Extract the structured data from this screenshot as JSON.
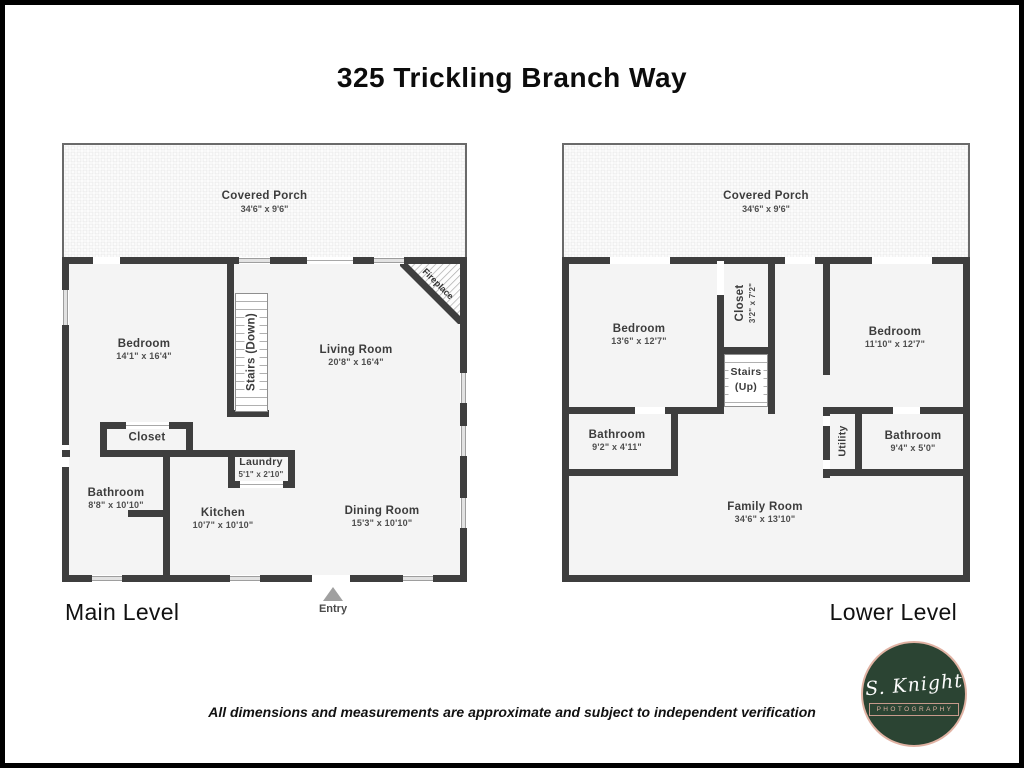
{
  "page": {
    "title": "325 Trickling Branch Way",
    "disclaimer": "All dimensions and measurements are approximate and subject to independent verification"
  },
  "main_level": {
    "label": "Main Level",
    "entry_label": "Entry",
    "porch_name": "Covered Porch",
    "porch_dims": "34'6\" x 9'6\"",
    "stairs_label": "Stairs (Down)",
    "fireplace_label": "Fireplace",
    "bedroom": {
      "name": "Bedroom",
      "dims": "14'1\" x 16'4\""
    },
    "living_room": {
      "name": "Living Room",
      "dims": "20'8\" x 16'4\""
    },
    "closet": {
      "name": "Closet"
    },
    "laundry": {
      "name": "Laundry",
      "dims": "5'1\" x 2'10\""
    },
    "bathroom": {
      "name": "Bathroom",
      "dims": "8'8\" x 10'10\""
    },
    "kitchen": {
      "name": "Kitchen",
      "dims": "10'7\" x 10'10\""
    },
    "dining_room": {
      "name": "Dining Room",
      "dims": "15'3\" x 10'10\""
    }
  },
  "lower_level": {
    "label": "Lower Level",
    "porch_name": "Covered Porch",
    "porch_dims": "34'6\" x 9'6\"",
    "stairs_line1": "Stairs",
    "stairs_line2": "(Up)",
    "closet": {
      "name": "Closet",
      "dims": "3'2\" x 7'2\""
    },
    "bedroom_left": {
      "name": "Bedroom",
      "dims": "13'6\" x 12'7\""
    },
    "bedroom_right": {
      "name": "Bedroom",
      "dims": "11'10\" x 12'7\""
    },
    "bathroom_left": {
      "name": "Bathroom",
      "dims": "9'2\" x 4'11\""
    },
    "utility": {
      "name": "Utility"
    },
    "bathroom_right": {
      "name": "Bathroom",
      "dims": "9'4\" x 5'0\""
    },
    "family_room": {
      "name": "Family Room",
      "dims": "34'6\" x 13'10\""
    }
  },
  "logo": {
    "name": "S. Knight",
    "subtitle": "PHOTOGRAPHY"
  },
  "colors": {
    "wall": "#3e3e3e",
    "room_fill": "#f4f4f4",
    "logo_green": "#2b4433",
    "logo_pink": "#e0b2a3"
  }
}
